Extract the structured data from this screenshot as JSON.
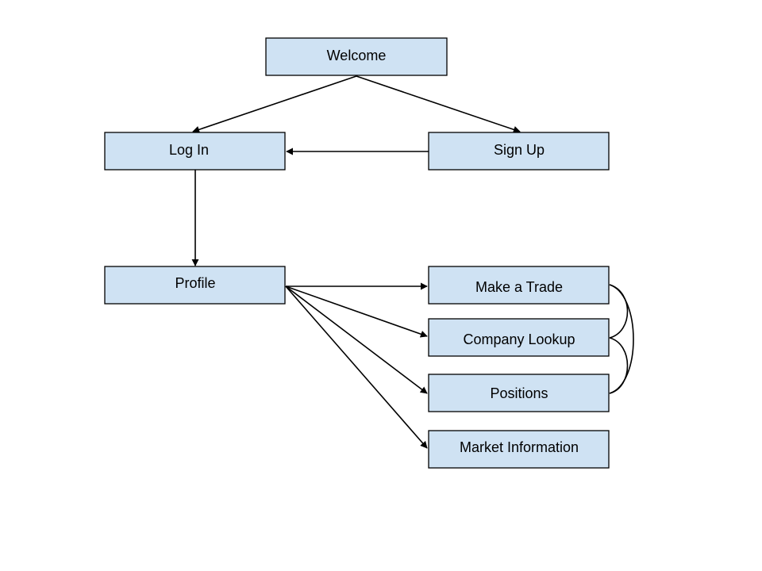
{
  "diagram": {
    "nodes": {
      "welcome": "Welcome",
      "login": "Log In",
      "signup": "Sign Up",
      "profile": "Profile",
      "trade": "Make a Trade",
      "lookup": "Company Lookup",
      "positions": "Positions",
      "market": "Market Information"
    },
    "edges": [
      {
        "from": "welcome",
        "to": "login"
      },
      {
        "from": "welcome",
        "to": "signup"
      },
      {
        "from": "signup",
        "to": "login"
      },
      {
        "from": "login",
        "to": "profile"
      },
      {
        "from": "profile",
        "to": "trade"
      },
      {
        "from": "profile",
        "to": "lookup"
      },
      {
        "from": "profile",
        "to": "positions"
      },
      {
        "from": "profile",
        "to": "market"
      },
      {
        "from": "trade",
        "to": "lookup",
        "style": "curved"
      },
      {
        "from": "lookup",
        "to": "positions",
        "style": "curved"
      },
      {
        "from": "trade",
        "to": "positions",
        "style": "curved"
      }
    ],
    "colors": {
      "node_fill": "#cfe2f3",
      "stroke": "#000000"
    }
  }
}
